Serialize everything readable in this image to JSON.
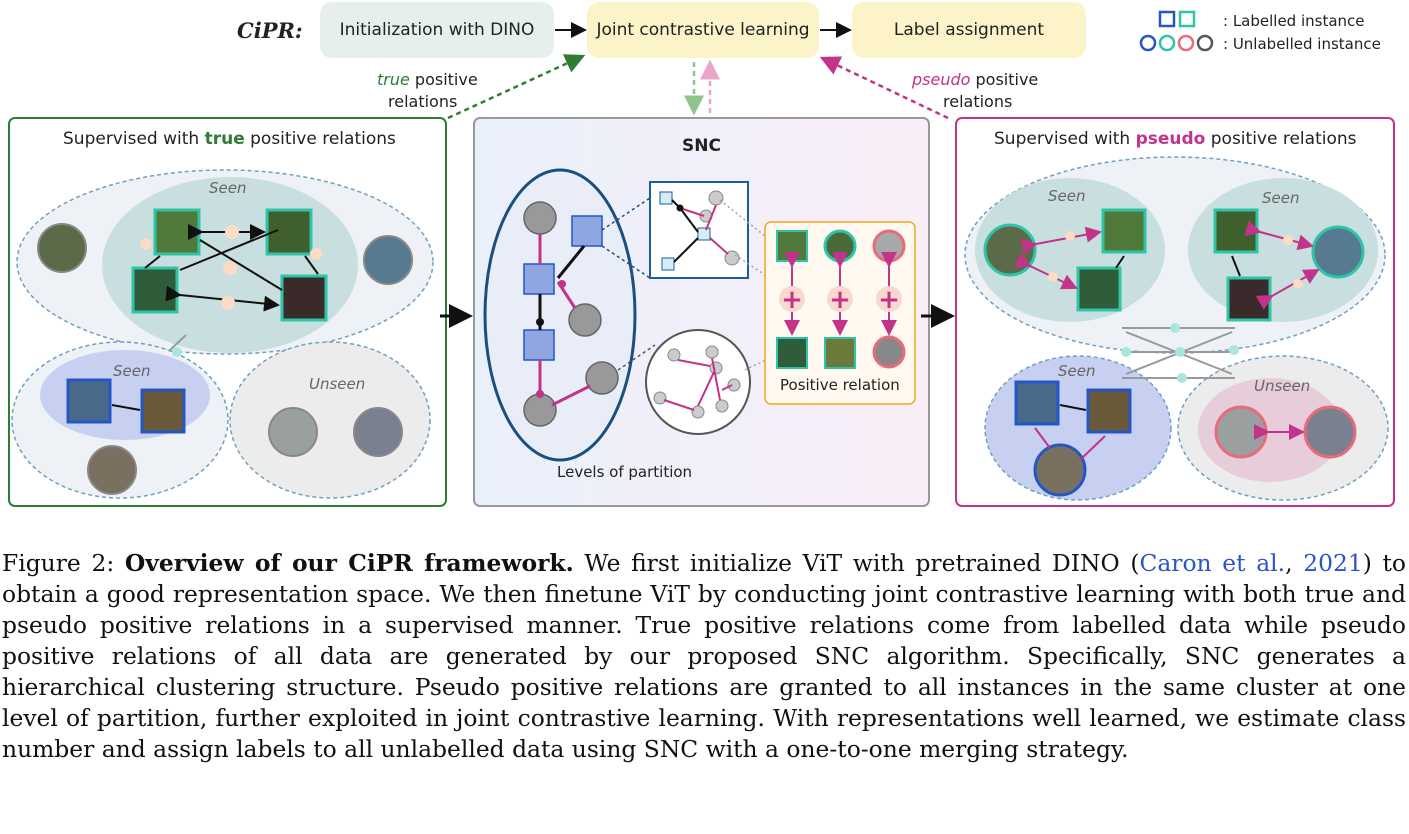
{
  "top": {
    "cipr_label": "CiPR:",
    "step1": "Initialization with DINO",
    "step2": "Joint contrastive learning",
    "step3": "Label assignment",
    "true_rel_1": "true",
    "true_rel_2": " positive",
    "true_rel_3": "relations",
    "pseudo_rel_1": "pseudo",
    "pseudo_rel_2": " positive",
    "pseudo_rel_3": "relations"
  },
  "legend": {
    "labelled": ": Labelled instance",
    "unlabelled": ": Unlabelled instance"
  },
  "left_panel": {
    "title_pre": "Supervised with ",
    "title_bold": "true",
    "title_post": " positive relations",
    "seen_top": "Seen",
    "seen_bottom": "Seen",
    "unseen": "Unseen"
  },
  "mid_panel": {
    "title": "SNC",
    "levels": "Levels of partition",
    "positive_relation": "Positive relation"
  },
  "right_panel": {
    "title_pre": "Supervised with ",
    "title_bold": "pseudo",
    "title_post": " positive relations",
    "seen_a": "Seen",
    "seen_b": "Seen",
    "seen_c": "Seen",
    "unseen": "Unseen"
  },
  "caption": {
    "fig_label": "Figure 2: ",
    "bold": "Overview of our CiPR framework.",
    "text1": " We first initialize ViT with pretrained DINO (",
    "cite_a": "Caron",
    "cite_b": "et al.",
    "cite_sep": ", ",
    "cite_year": "2021",
    "text2": ") to obtain a good representation space. We then finetune ViT by conducting joint contrastive learning with both true and pseudo positive relations in a supervised manner. True positive relations come from labelled data while pseudo positive relations of all data are generated by our proposed SNC algorithm. Specifically, SNC generates a hierarchical clustering structure. Pseudo positive relations are granted to all instances in the same cluster at one level of partition, further exploited in joint contrastive learning. With representations well learned, we estimate class number and assign labels to all unlabelled data using SNC with a one-to-one merging strategy."
  },
  "colors": {
    "green": "#2e7d32",
    "magenta": "#c2338a",
    "blue": "#2457c5",
    "teal": "#2ec4a8",
    "gray": "#888888",
    "box_gray": "#e6efee",
    "box_yellow": "#fcf3c8"
  }
}
